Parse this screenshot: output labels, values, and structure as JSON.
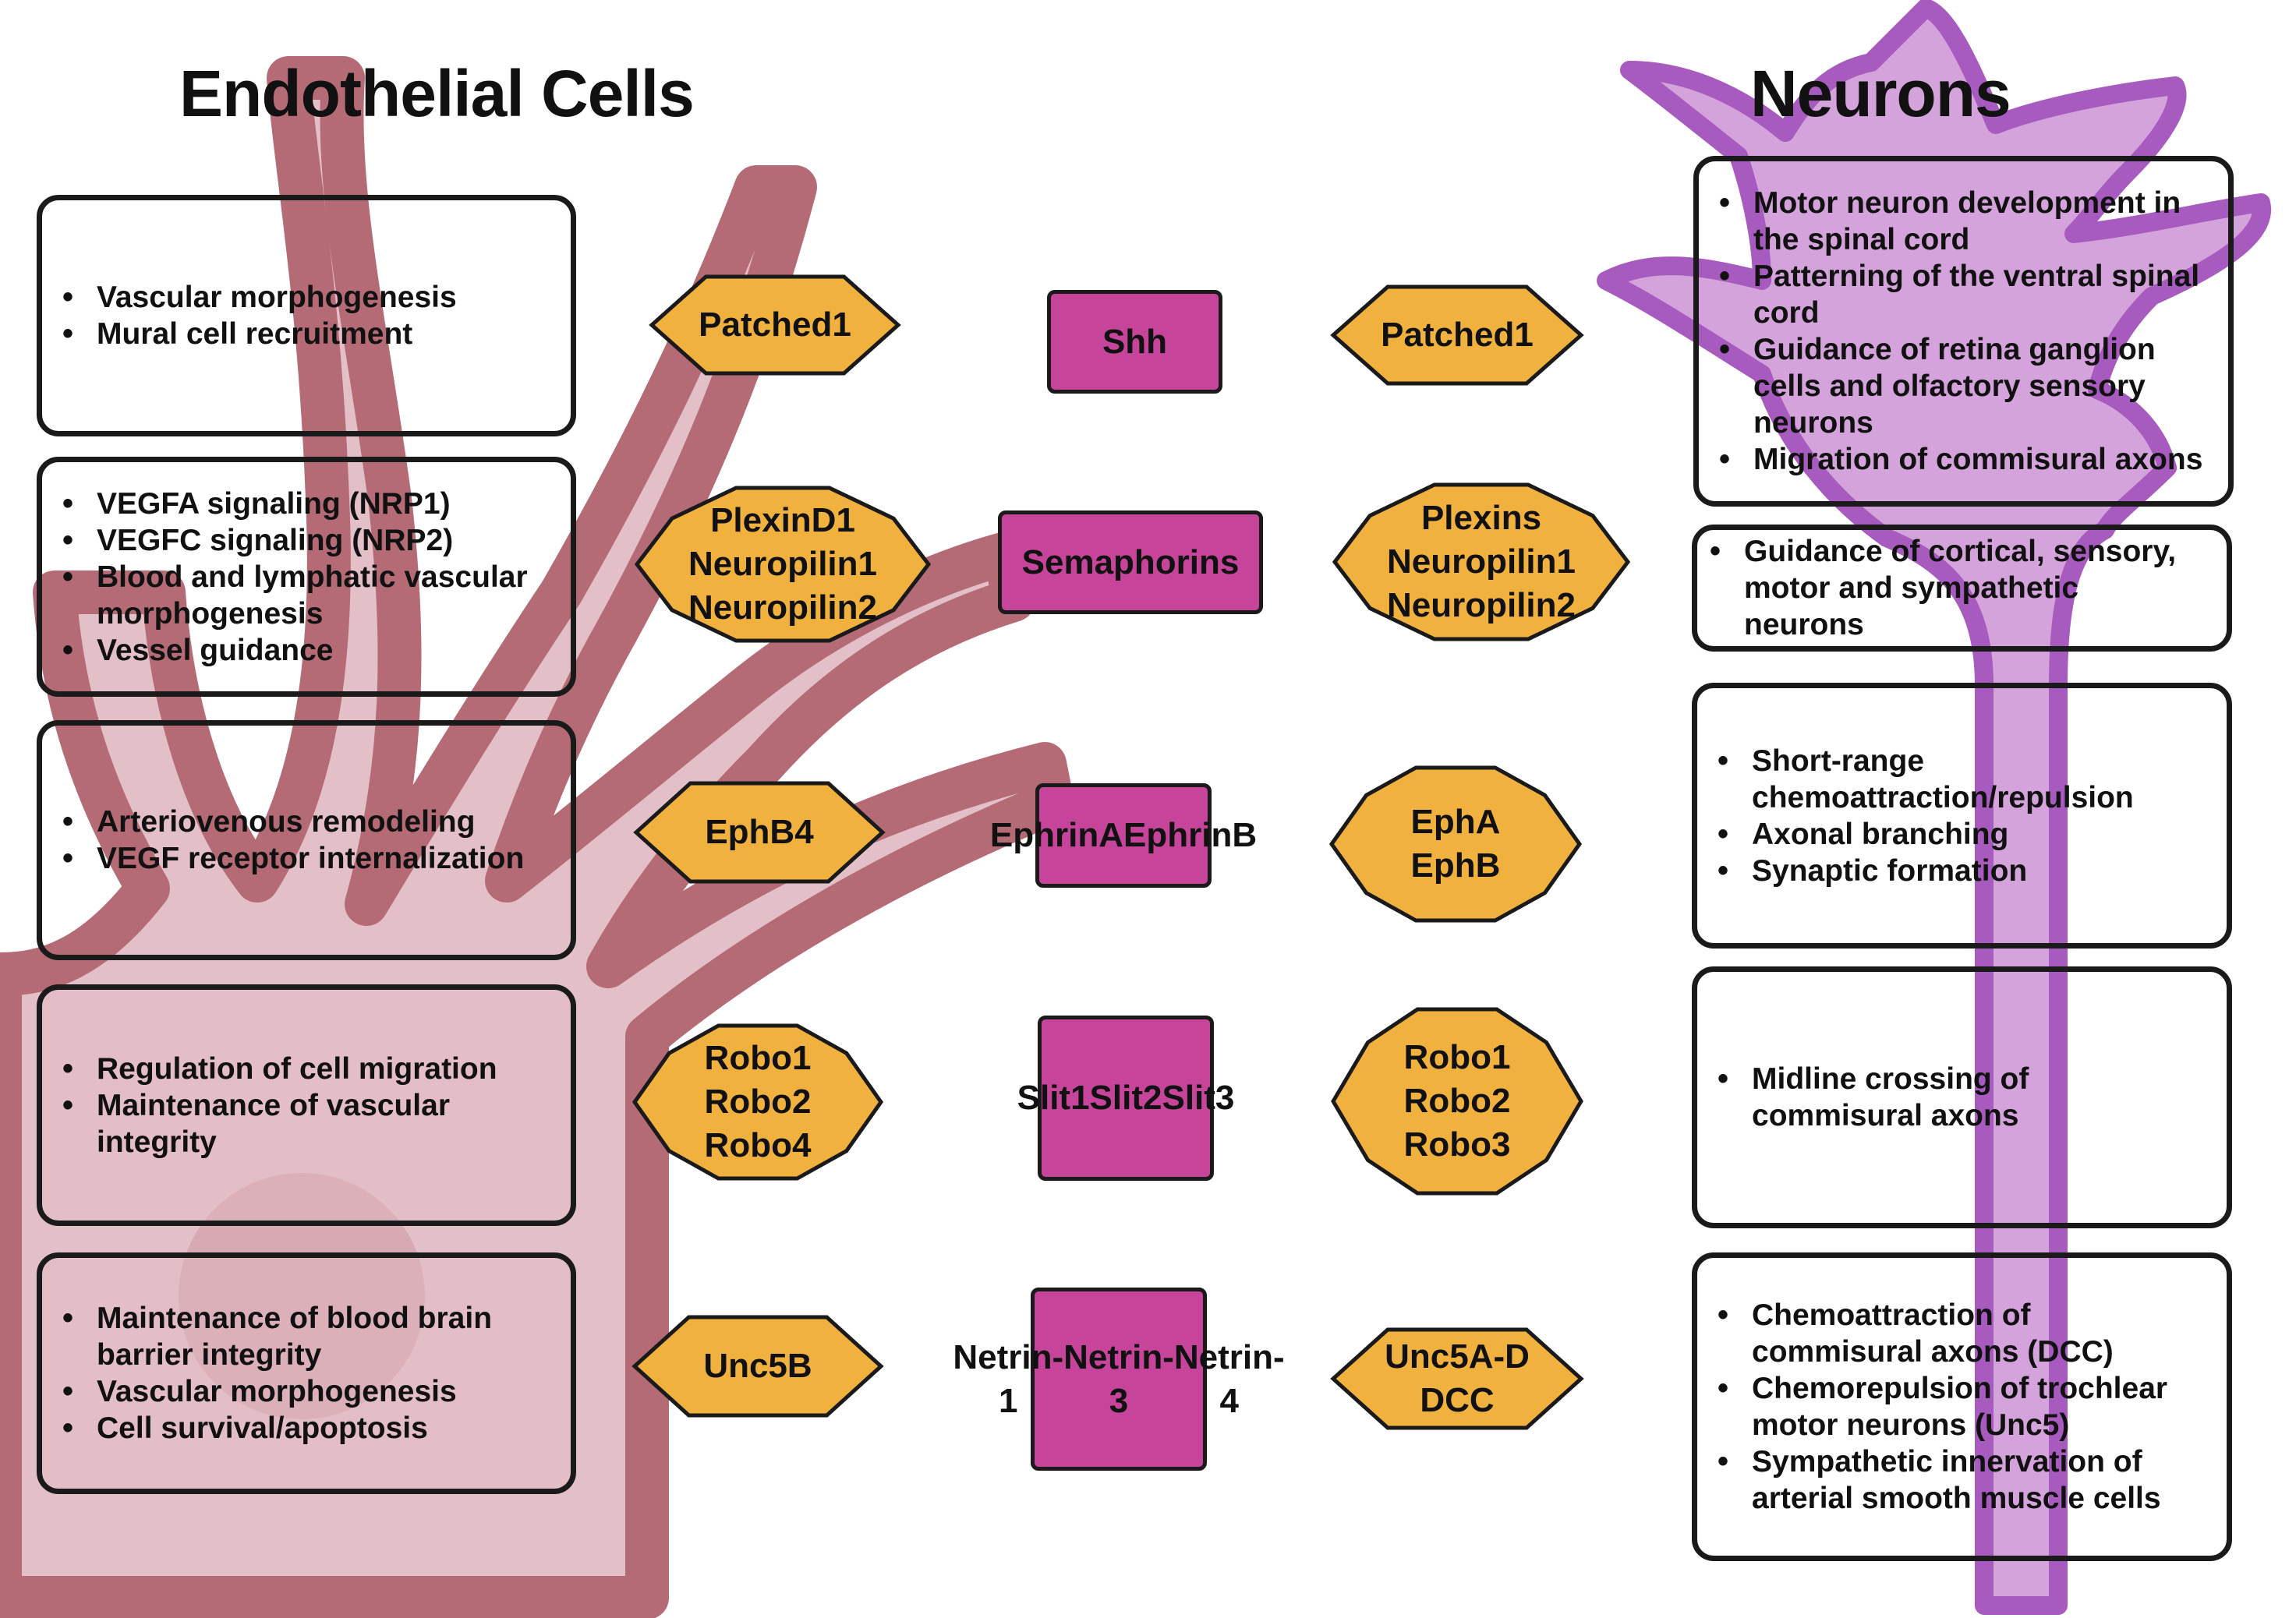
{
  "titles": {
    "left": "Endothelial Cells",
    "right": "Neurons"
  },
  "colors": {
    "ligand_fill": "#c6449a",
    "receptor_fill": "#f1b13f",
    "endothelial_body": "#e2bcc4",
    "endothelial_outline": "#b56b76",
    "neuron_body": "#d5a3db",
    "neuron_outline": "#a75bbf"
  },
  "rows": [
    {
      "ligand": [
        "Shh"
      ],
      "endothelial_receptor": [
        "Patched1"
      ],
      "neuron_receptor": [
        "Patched1"
      ],
      "endothelial_functions": [
        "Vascular morphogenesis",
        "Mural cell recruitment"
      ],
      "neuron_functions": [
        "Motor neuron development in the spinal cord",
        "Patterning of the ventral spinal cord",
        "Guidance of retina ganglion cells and olfactory sensory neurons",
        "Migration of commisural axons"
      ]
    },
    {
      "ligand": [
        "Semaphorins"
      ],
      "endothelial_receptor": [
        "PlexinD1",
        "Neuropilin1",
        "Neuropilin2"
      ],
      "neuron_receptor": [
        "Plexins",
        "Neuropilin1",
        "Neuropilin2"
      ],
      "endothelial_functions": [
        "VEGFA signaling (NRP1)",
        "VEGFC signaling (NRP2)",
        "Blood and lymphatic vascular morphogenesis",
        "Vessel guidance"
      ],
      "neuron_functions": [
        "Guidance of cortical, sensory, motor and sympathetic neurons"
      ]
    },
    {
      "ligand": [
        "EphrinA",
        "EphrinB"
      ],
      "endothelial_receptor": [
        "EphB4"
      ],
      "neuron_receptor": [
        "EphA",
        "EphB"
      ],
      "endothelial_functions": [
        "Arteriovenous remodeling",
        "VEGF receptor internalization"
      ],
      "neuron_functions": [
        "Short-range chemoattraction/repulsion",
        "Axonal branching",
        "Synaptic formation"
      ]
    },
    {
      "ligand": [
        "Slit1",
        "Slit2",
        "Slit3"
      ],
      "endothelial_receptor": [
        "Robo1",
        "Robo2",
        "Robo4"
      ],
      "neuron_receptor": [
        "Robo1",
        "Robo2",
        "Robo3"
      ],
      "endothelial_functions": [
        "Regulation of cell migration",
        "Maintenance of vascular integrity"
      ],
      "neuron_functions": [
        "Midline crossing of commisural axons"
      ]
    },
    {
      "ligand": [
        "Netrin-1",
        "Netrin-3",
        "Netrin-4"
      ],
      "endothelial_receptor": [
        "Unc5B"
      ],
      "neuron_receptor": [
        "Unc5A-D",
        "DCC"
      ],
      "endothelial_functions": [
        "Maintenance of blood brain barrier integrity",
        "Vascular morphogenesis",
        "Cell survival/apoptosis"
      ],
      "neuron_functions": [
        "Chemoattraction of commisural axons (DCC)",
        "Chemorepulsion of trochlear motor neurons (Unc5)",
        "Sympathetic innervation of arterial smooth muscle cells"
      ]
    }
  ]
}
